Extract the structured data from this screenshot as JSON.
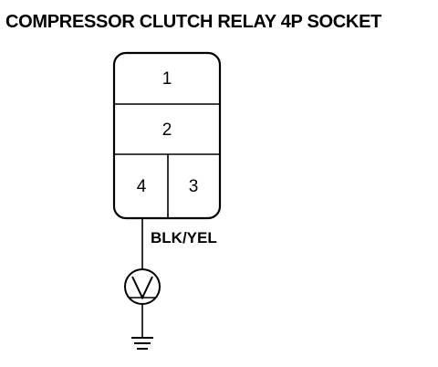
{
  "title": "COMPRESSOR CLUTCH RELAY 4P SOCKET",
  "socket": {
    "pins": {
      "p1": "1",
      "p2": "2",
      "p3": "3",
      "p4": "4"
    }
  },
  "wire": {
    "color_code": "BLK/YEL"
  },
  "meter": {
    "symbol": "V",
    "icon": "voltmeter-icon"
  },
  "ground": {
    "icon": "ground-icon"
  }
}
